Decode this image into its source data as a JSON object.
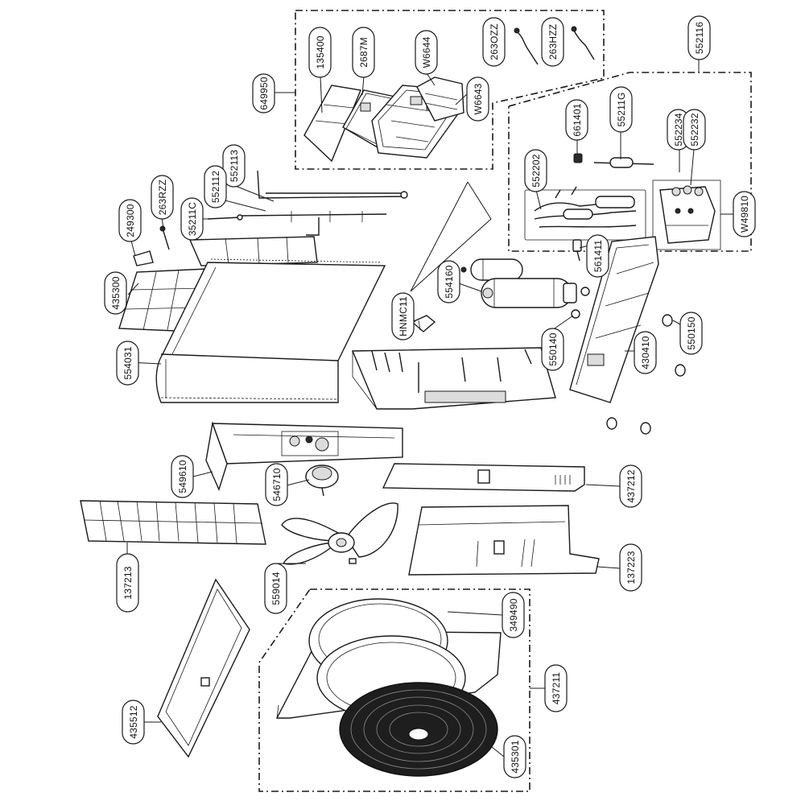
{
  "parts": {
    "p649950": "649950",
    "p135400": "135400",
    "p2687M": "2687M",
    "pW6644": "W6644",
    "pW6643": "W6643",
    "p263OZZ": "263OZZ",
    "p263HZZ": "263HZZ",
    "p552116": "552116",
    "p661401": "661401",
    "p55211G": "55211G",
    "p552234": "552234",
    "p552232": "552232",
    "p552202": "552202",
    "pW49810": "W49810",
    "p561411": "561411",
    "p552113": "552113",
    "p552112": "552112",
    "p35211C": "35211C",
    "p263RZZ": "263RZZ",
    "p249300": "249300",
    "p435300": "435300",
    "p554031": "554031",
    "p554160": "554160",
    "pHNMC11": "HNMC11",
    "p550140": "550140",
    "p430410": "430410",
    "p550150": "550150",
    "p549610": "549610",
    "p546710": "546710",
    "p437212": "437212",
    "p137213": "137213",
    "p559014": "559014",
    "p137223": "137223",
    "p349490": "349490",
    "p437211": "437211",
    "p435512": "435512",
    "p435301": "435301"
  }
}
